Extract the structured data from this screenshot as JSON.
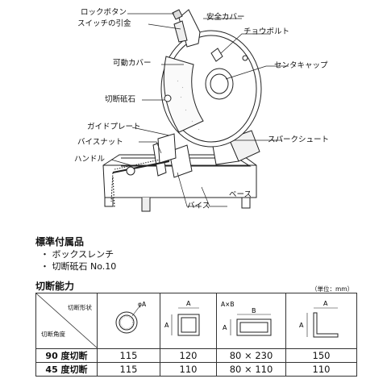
{
  "diagram": {
    "labels": {
      "lock_button": "ロックボタン",
      "switch_trigger": "スイッチの引金",
      "safety_cover": "安全カバー",
      "butterfly_bolt": "チョウボルト",
      "movable_cover": "可動カバー",
      "center_cap": "センタキャップ",
      "cutting_wheel": "切断砥石",
      "guide_plate": "ガイドプレート",
      "vise_nut": "バイスナット",
      "spark_chute": "スパークシュート",
      "handle": "ハンドル",
      "base": "ベース",
      "vise": "バイス"
    }
  },
  "accessories": {
    "title": "標準付属品",
    "items": [
      "・ ボックスレンチ",
      "・ 切断砥石 No.10"
    ]
  },
  "capacity": {
    "title": "切断能力",
    "unit_note": "（単位：mm）",
    "header_top": "切断形状",
    "header_bottom": "切断角度",
    "shape_labels": {
      "round_phi": "φA",
      "square_a_top": "A",
      "square_a_side": "A",
      "rect_axb": "A×B",
      "rect_b": "B",
      "rect_a": "A",
      "angle_a_top": "A",
      "angle_a_side": "A"
    },
    "rows": [
      {
        "label": "90 度切断",
        "values": [
          "115",
          "120",
          "80 × 230",
          "150"
        ]
      },
      {
        "label": "45 度切断",
        "values": [
          "115",
          "110",
          "80 × 110",
          "110"
        ]
      }
    ]
  }
}
